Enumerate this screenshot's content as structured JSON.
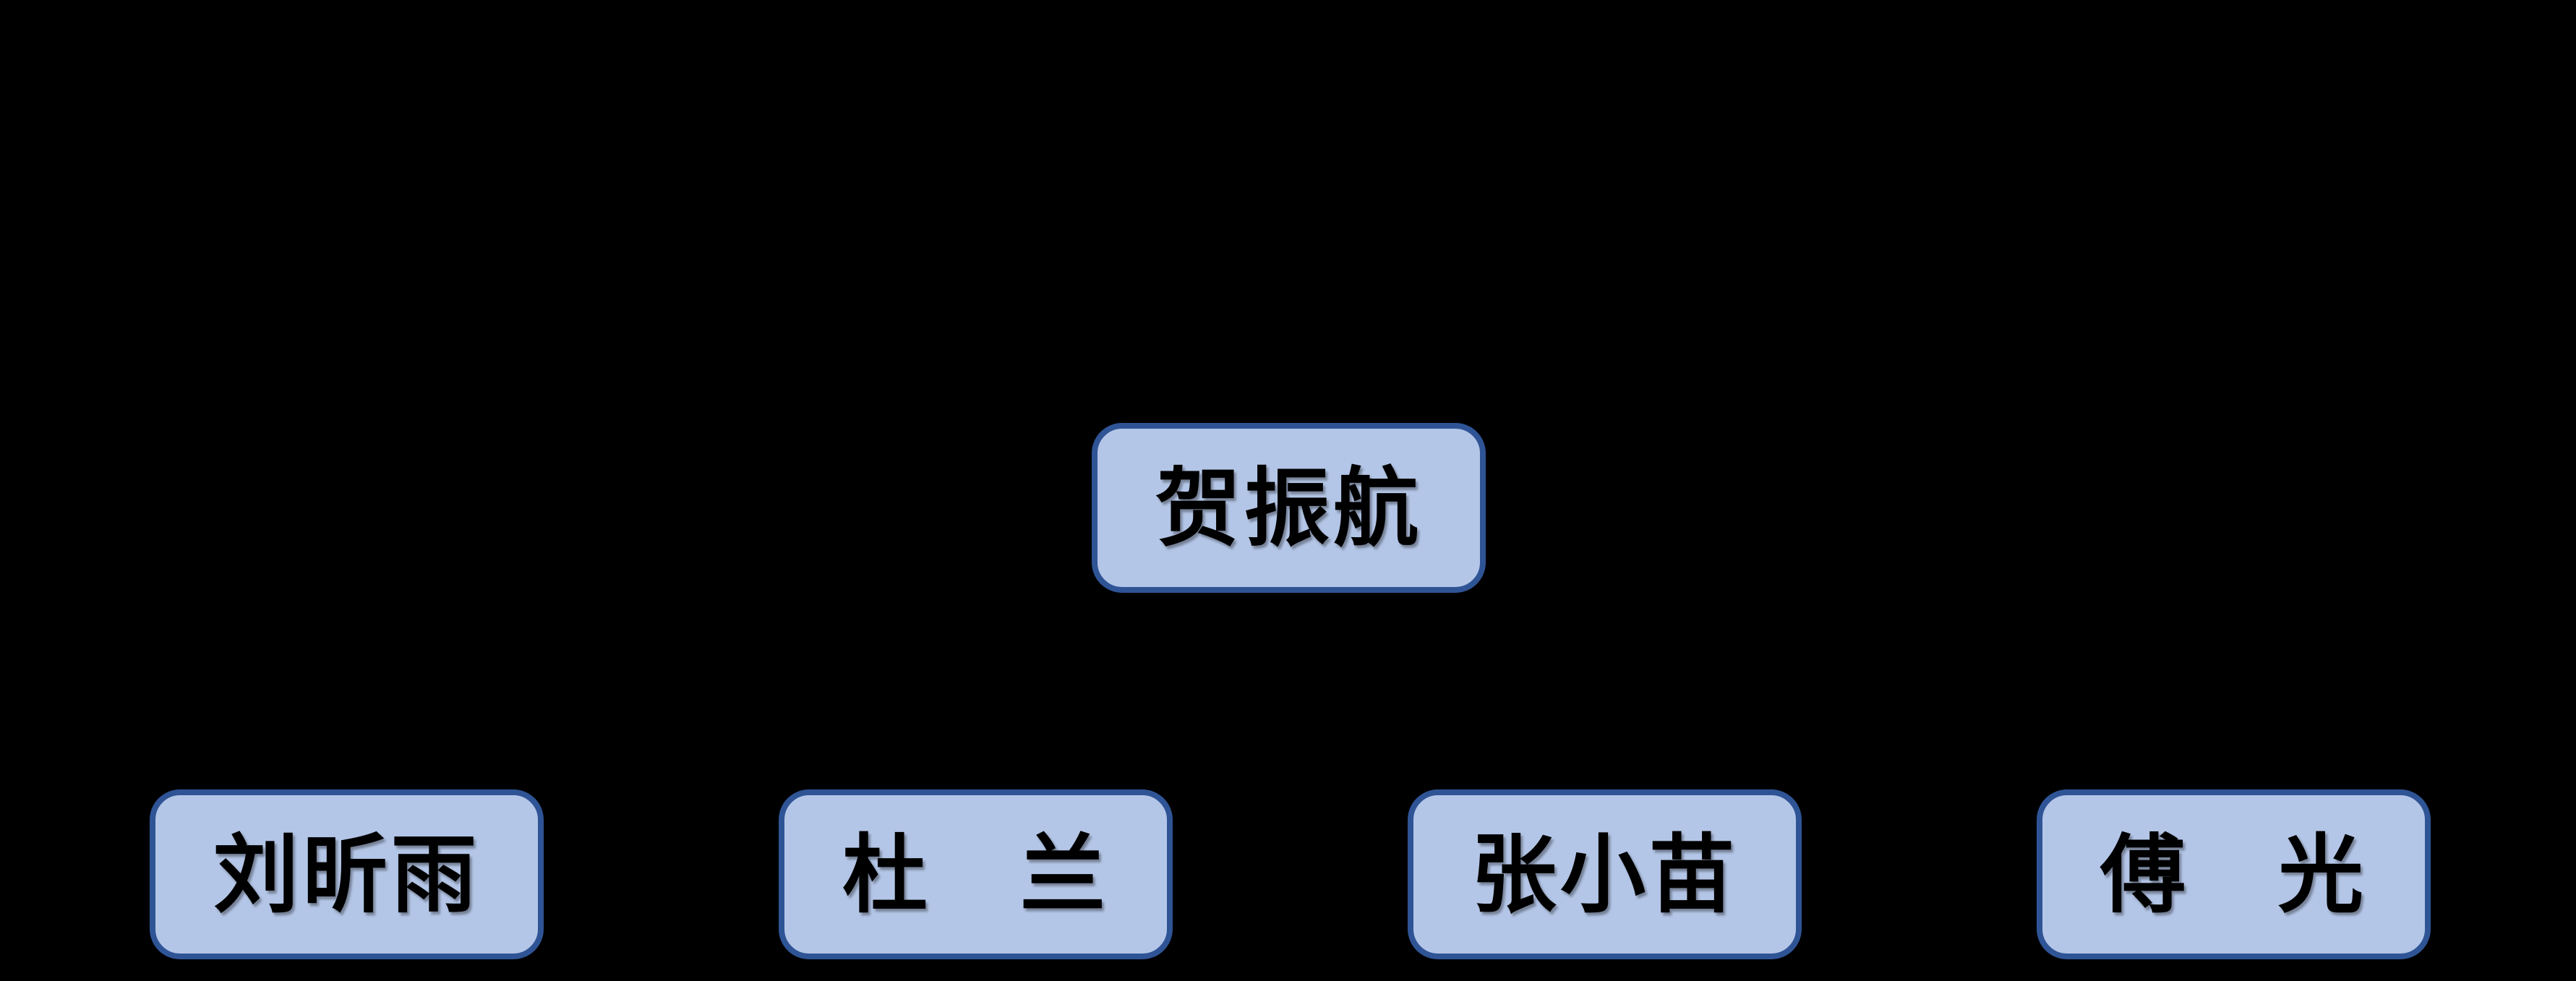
{
  "org_chart": {
    "type": "org-chart",
    "colors": {
      "background": "#000000",
      "node_fill": "#B4C6E7",
      "node_border": "#2F5496",
      "node_text": "#000000"
    },
    "nodes": {
      "root": {
        "label": "贺振航",
        "role": "root"
      },
      "children": [
        {
          "label": "刘昕雨",
          "role": "child"
        },
        {
          "label": "杜　兰",
          "role": "child"
        },
        {
          "label": "张小苗",
          "role": "child"
        },
        {
          "label": "傅　光",
          "role": "child"
        }
      ]
    }
  }
}
